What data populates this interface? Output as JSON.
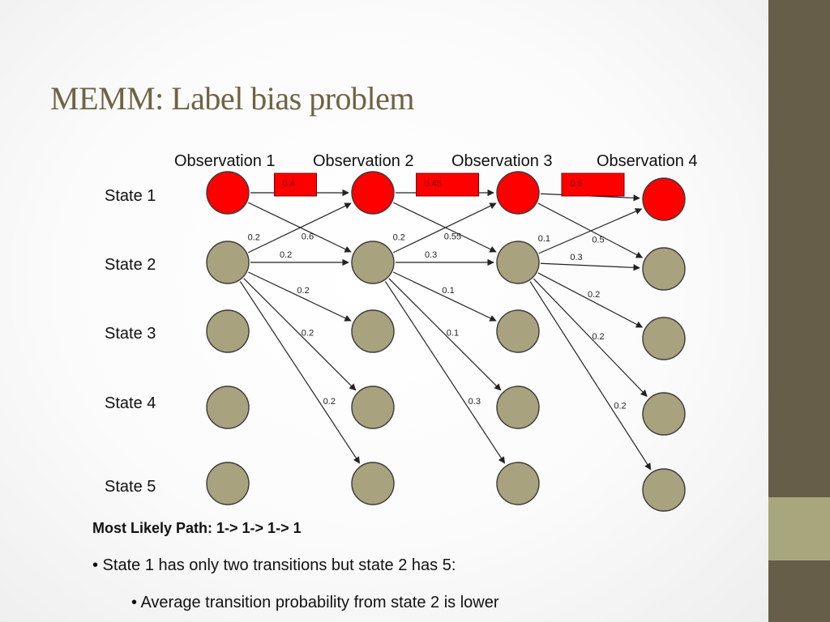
{
  "title": "MEMM: Label bias problem",
  "observations": [
    "Observation 1",
    "Observation 2",
    "Observation 3",
    "Observation 4"
  ],
  "states": [
    "State 1",
    "State 2",
    "State 3",
    "State 4",
    "State 5"
  ],
  "colors": {
    "state1_node": "#ff0000",
    "other_node": "#a8a27e",
    "node_stroke": "#3a3a3a",
    "arrow": "#222222",
    "title": "#6e6444",
    "sidebar_dark": "#665e48",
    "sidebar_light": "#a8a67d"
  },
  "transitions": [
    {
      "from_obs": 1,
      "from_state": 1,
      "to_state": 1,
      "prob": "0.4",
      "boxed": true
    },
    {
      "from_obs": 1,
      "from_state": 1,
      "to_state": 2,
      "prob": "0.6"
    },
    {
      "from_obs": 1,
      "from_state": 2,
      "to_state": 1,
      "prob": "0.2"
    },
    {
      "from_obs": 1,
      "from_state": 2,
      "to_state": 2,
      "prob": "0.2"
    },
    {
      "from_obs": 1,
      "from_state": 2,
      "to_state": 3,
      "prob": "0.2"
    },
    {
      "from_obs": 1,
      "from_state": 2,
      "to_state": 4,
      "prob": "0.2"
    },
    {
      "from_obs": 1,
      "from_state": 2,
      "to_state": 5,
      "prob": "0.2"
    },
    {
      "from_obs": 2,
      "from_state": 1,
      "to_state": 1,
      "prob": "0.45",
      "boxed": true
    },
    {
      "from_obs": 2,
      "from_state": 1,
      "to_state": 2,
      "prob": "0.55"
    },
    {
      "from_obs": 2,
      "from_state": 2,
      "to_state": 1,
      "prob": "0.2"
    },
    {
      "from_obs": 2,
      "from_state": 2,
      "to_state": 2,
      "prob": "0.3"
    },
    {
      "from_obs": 2,
      "from_state": 2,
      "to_state": 3,
      "prob": "0.1"
    },
    {
      "from_obs": 2,
      "from_state": 2,
      "to_state": 4,
      "prob": "0.1"
    },
    {
      "from_obs": 2,
      "from_state": 2,
      "to_state": 5,
      "prob": "0.3"
    },
    {
      "from_obs": 3,
      "from_state": 1,
      "to_state": 1,
      "prob": "0.5",
      "boxed": true
    },
    {
      "from_obs": 3,
      "from_state": 1,
      "to_state": 2,
      "prob": "0.5"
    },
    {
      "from_obs": 3,
      "from_state": 2,
      "to_state": 1,
      "prob": "0.1"
    },
    {
      "from_obs": 3,
      "from_state": 2,
      "to_state": 2,
      "prob": "0.3"
    },
    {
      "from_obs": 3,
      "from_state": 2,
      "to_state": 3,
      "prob": "0.2"
    },
    {
      "from_obs": 3,
      "from_state": 2,
      "to_state": 4,
      "prob": "0.2"
    },
    {
      "from_obs": 3,
      "from_state": 2,
      "to_state": 5,
      "prob": "0.2"
    }
  ],
  "most_likely_path": "Most Likely Path:  1-> 1-> 1-> 1",
  "bullets": [
    "• State 1 has only two transitions but state 2 has 5:",
    "• Average transition probability from state 2 is lower"
  ]
}
